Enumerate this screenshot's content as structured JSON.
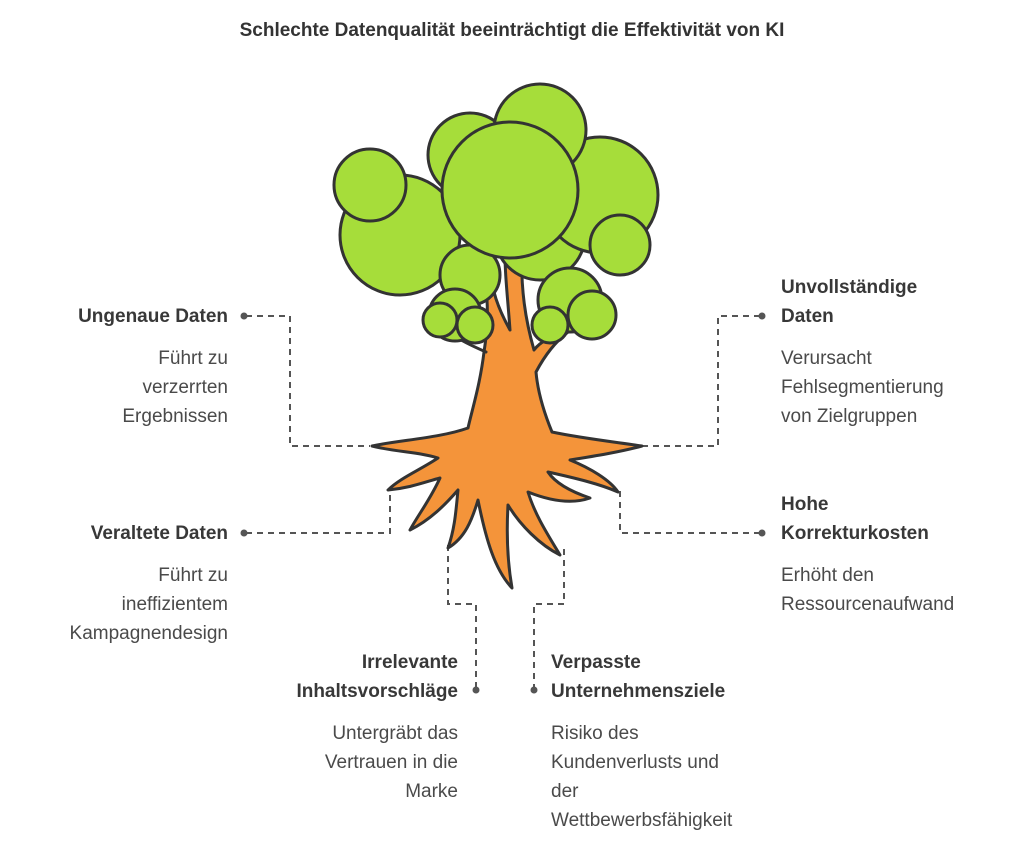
{
  "title": "Schlechte Datenqualität beeinträchtigt die Effektivität von KI",
  "colors": {
    "foliage": "#a6dd3a",
    "trunk": "#f4943a",
    "outline": "#333333",
    "connector": "#555555"
  },
  "callouts": {
    "ungenau": {
      "head": "Ungenaue Daten",
      "desc": [
        "Führt zu",
        "verzerrten",
        "Ergebnissen"
      ]
    },
    "veraltet": {
      "head": "Veraltete Daten",
      "desc": [
        "Führt zu",
        "ineffizientem",
        "Kampagnendesign"
      ]
    },
    "irrelevant": {
      "head": [
        "Irrelevante",
        "Inhaltsvorschläge"
      ],
      "desc": [
        "Untergräbt das",
        "Vertrauen in die",
        "Marke"
      ]
    },
    "verpasst": {
      "head": [
        "Verpasste",
        "Unternehmensziele"
      ],
      "desc": [
        "Risiko des",
        "Kundenverlusts und",
        "der",
        "Wettbewerbsfähigkeit"
      ]
    },
    "unvollstaendig": {
      "head": [
        "Unvollständige",
        "Daten"
      ],
      "desc": [
        "Verursacht",
        "Fehlsegmentierung",
        "von Zielgruppen"
      ]
    },
    "kosten": {
      "head": [
        "Hohe",
        "Korrekturkosten"
      ],
      "desc": [
        "Erhöht den",
        "Ressourcenaufwand"
      ]
    }
  }
}
